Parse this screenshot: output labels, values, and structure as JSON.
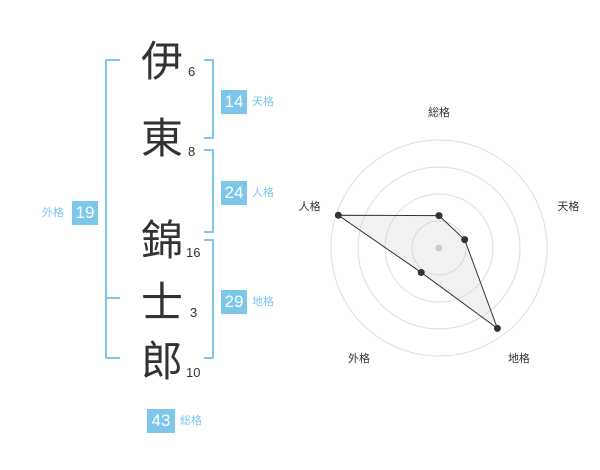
{
  "name": {
    "characters": [
      {
        "char": "伊",
        "strokes": "6"
      },
      {
        "char": "東",
        "strokes": "8"
      },
      {
        "char": "錦",
        "strokes": "16"
      },
      {
        "char": "士",
        "strokes": "3"
      },
      {
        "char": "郎",
        "strokes": "10"
      }
    ]
  },
  "kakusu": {
    "tenkaku": {
      "value": "14",
      "label": "天格"
    },
    "jinkaku": {
      "value": "24",
      "label": "人格"
    },
    "chikaku": {
      "value": "29",
      "label": "地格"
    },
    "gaikaku": {
      "value": "19",
      "label": "外格"
    },
    "soukaku": {
      "value": "43",
      "label": "総格"
    }
  },
  "colors": {
    "accent": "#7cc7ea",
    "text": "#333333",
    "grid": "#dddddd"
  },
  "chart_data": {
    "type": "radar",
    "axes": [
      "総格",
      "天格",
      "地格",
      "外格",
      "人格"
    ],
    "values": [
      0.3,
      0.25,
      0.92,
      0.28,
      0.98
    ],
    "range": [
      0,
      1
    ],
    "rings": 4,
    "grid": true
  }
}
